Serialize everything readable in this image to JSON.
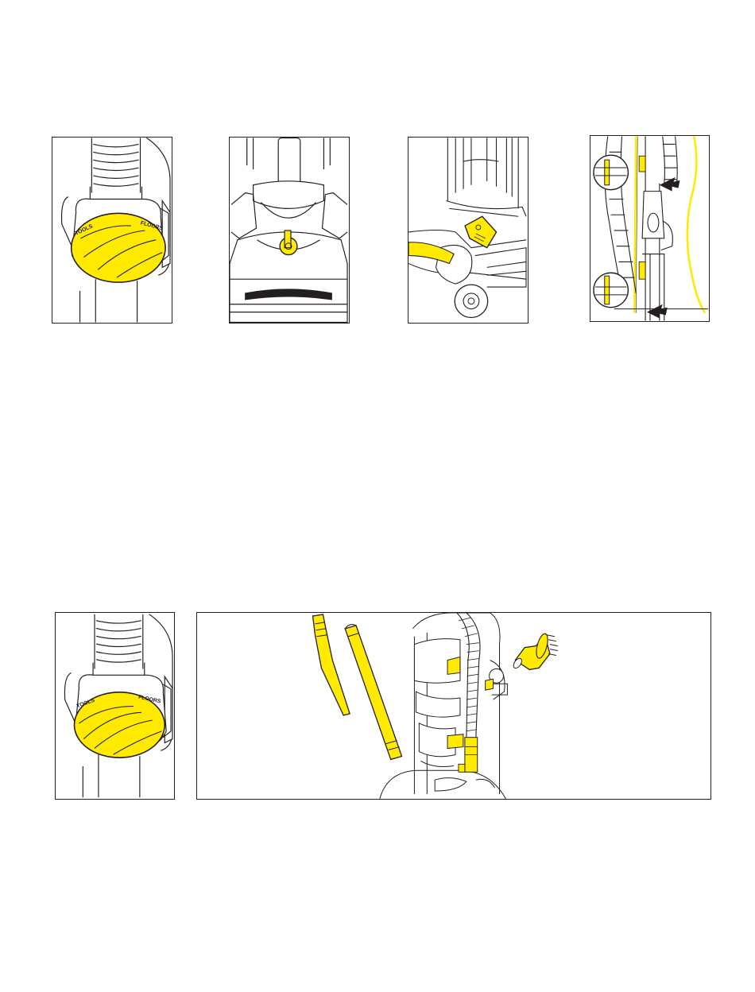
{
  "figures": {
    "fig1": {
      "dial": {
        "left_label": "TOOLS",
        "right_label": "FLOORS"
      }
    },
    "fig5": {
      "dial": {
        "left_label": "TOOLS",
        "right_label": "FLOORS"
      }
    }
  },
  "colors": {
    "accent": "#ffea00",
    "line": "#231f20",
    "background": "#ffffff"
  }
}
